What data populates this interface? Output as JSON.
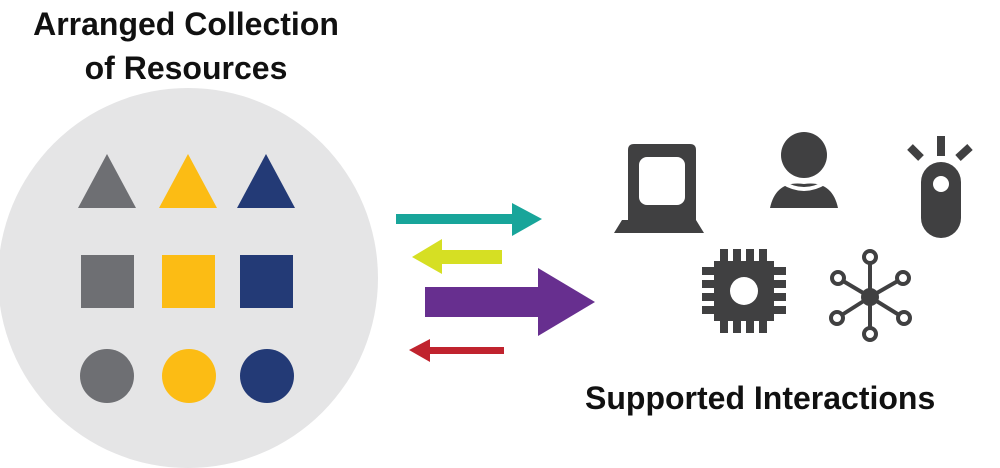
{
  "resources": {
    "title_line1": "Arranged Collection",
    "title_line2": "of Resources"
  },
  "interactions": {
    "label": "Supported Interactions"
  },
  "colors": {
    "circle_bg": "#e5e5e6",
    "gray": "#6e6f73",
    "yellow": "#fcbc14",
    "navy": "#233a76",
    "teal": "#18a59a",
    "lime": "#d6df23",
    "purple": "#672f8f",
    "red": "#c0232e",
    "icon": "#404041"
  }
}
